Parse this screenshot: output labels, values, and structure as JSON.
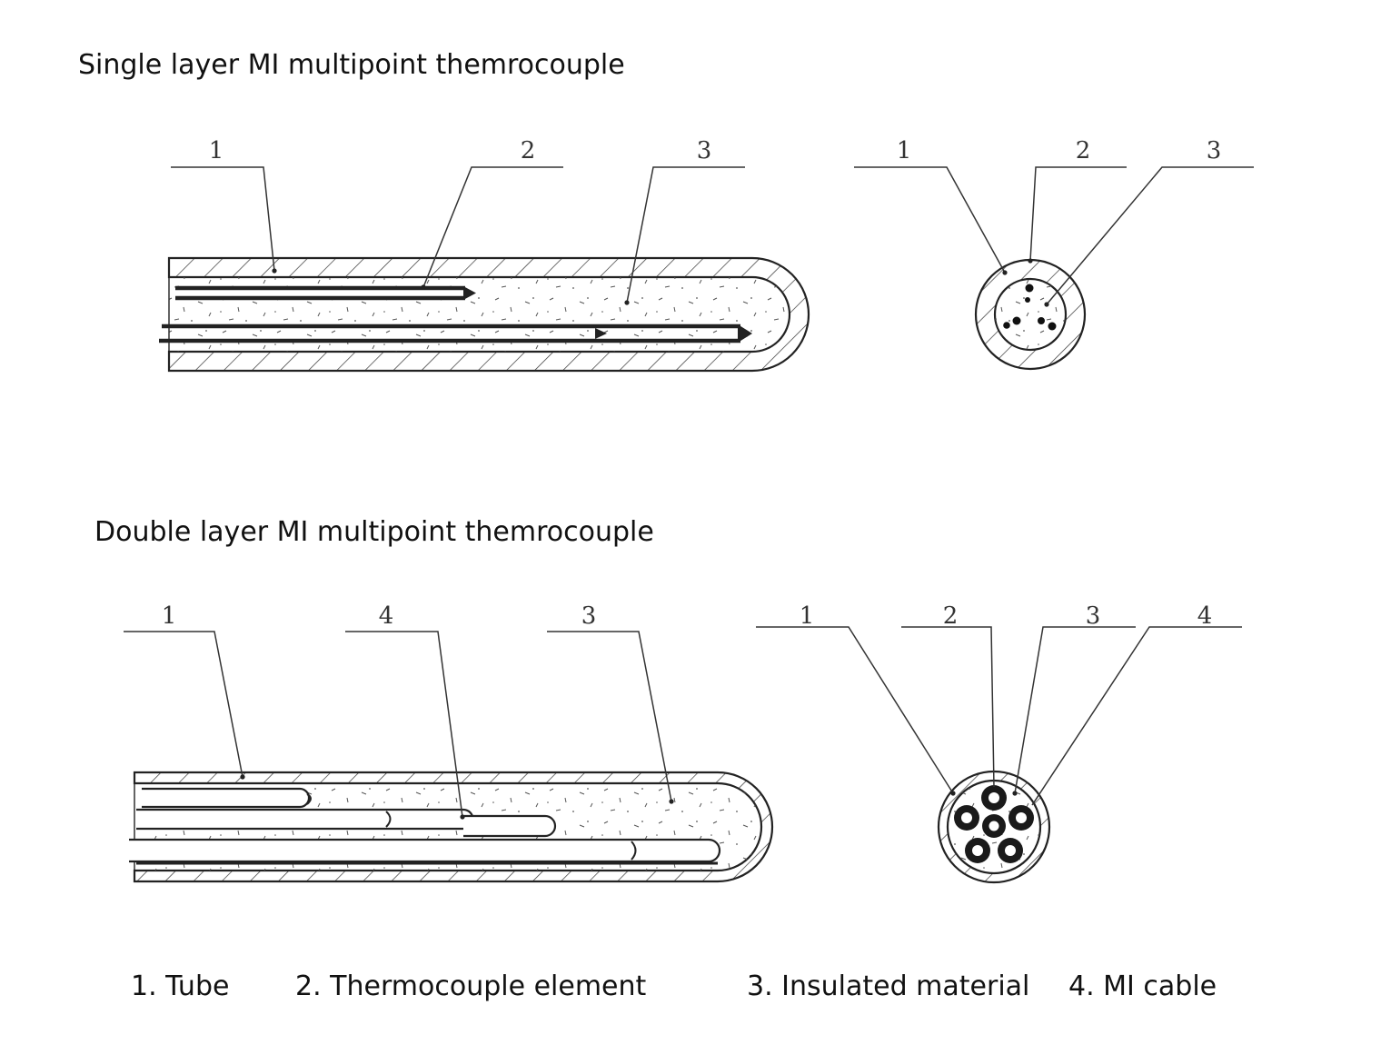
{
  "sections": [
    {
      "title": "Single layer MI multipoint themrocouple",
      "long_callouts": [
        "1",
        "2",
        "3"
      ],
      "cross_callouts": [
        "1",
        "2",
        "3"
      ]
    },
    {
      "title": "Double layer MI multipoint themrocouple",
      "long_callouts": [
        "1",
        "4",
        "3"
      ],
      "cross_callouts": [
        "1",
        "2",
        "3",
        "4"
      ]
    }
  ],
  "legend": [
    "1. Tube",
    "2. Thermocouple element",
    "3. Insulated material",
    "4. MI cable"
  ],
  "colors": {
    "line": "#222222",
    "background": "#ffffff"
  }
}
